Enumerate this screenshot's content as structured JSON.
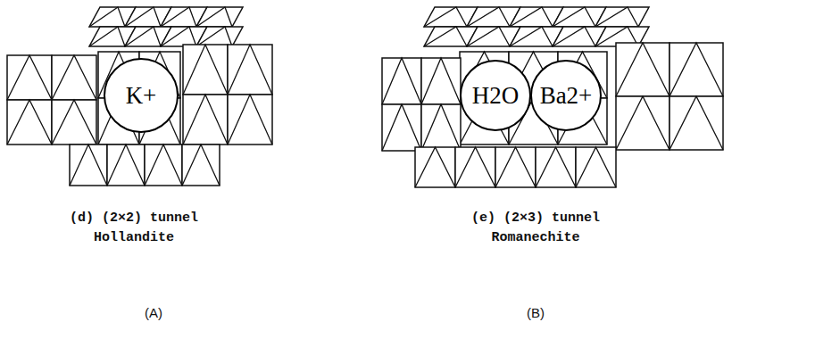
{
  "diagram": {
    "nodes": [
      {
        "text": [
          "K+"
        ]
      },
      {
        "text": [
          "H2O"
        ]
      },
      {
        "text": [
          "Ba2+"
        ]
      }
    ],
    "labels": [
      "(d) (2×2) tunnel",
      "Hollandite",
      "(e) (2×3) tunnel",
      "Romanechite",
      "(A)",
      "(B)"
    ]
  }
}
